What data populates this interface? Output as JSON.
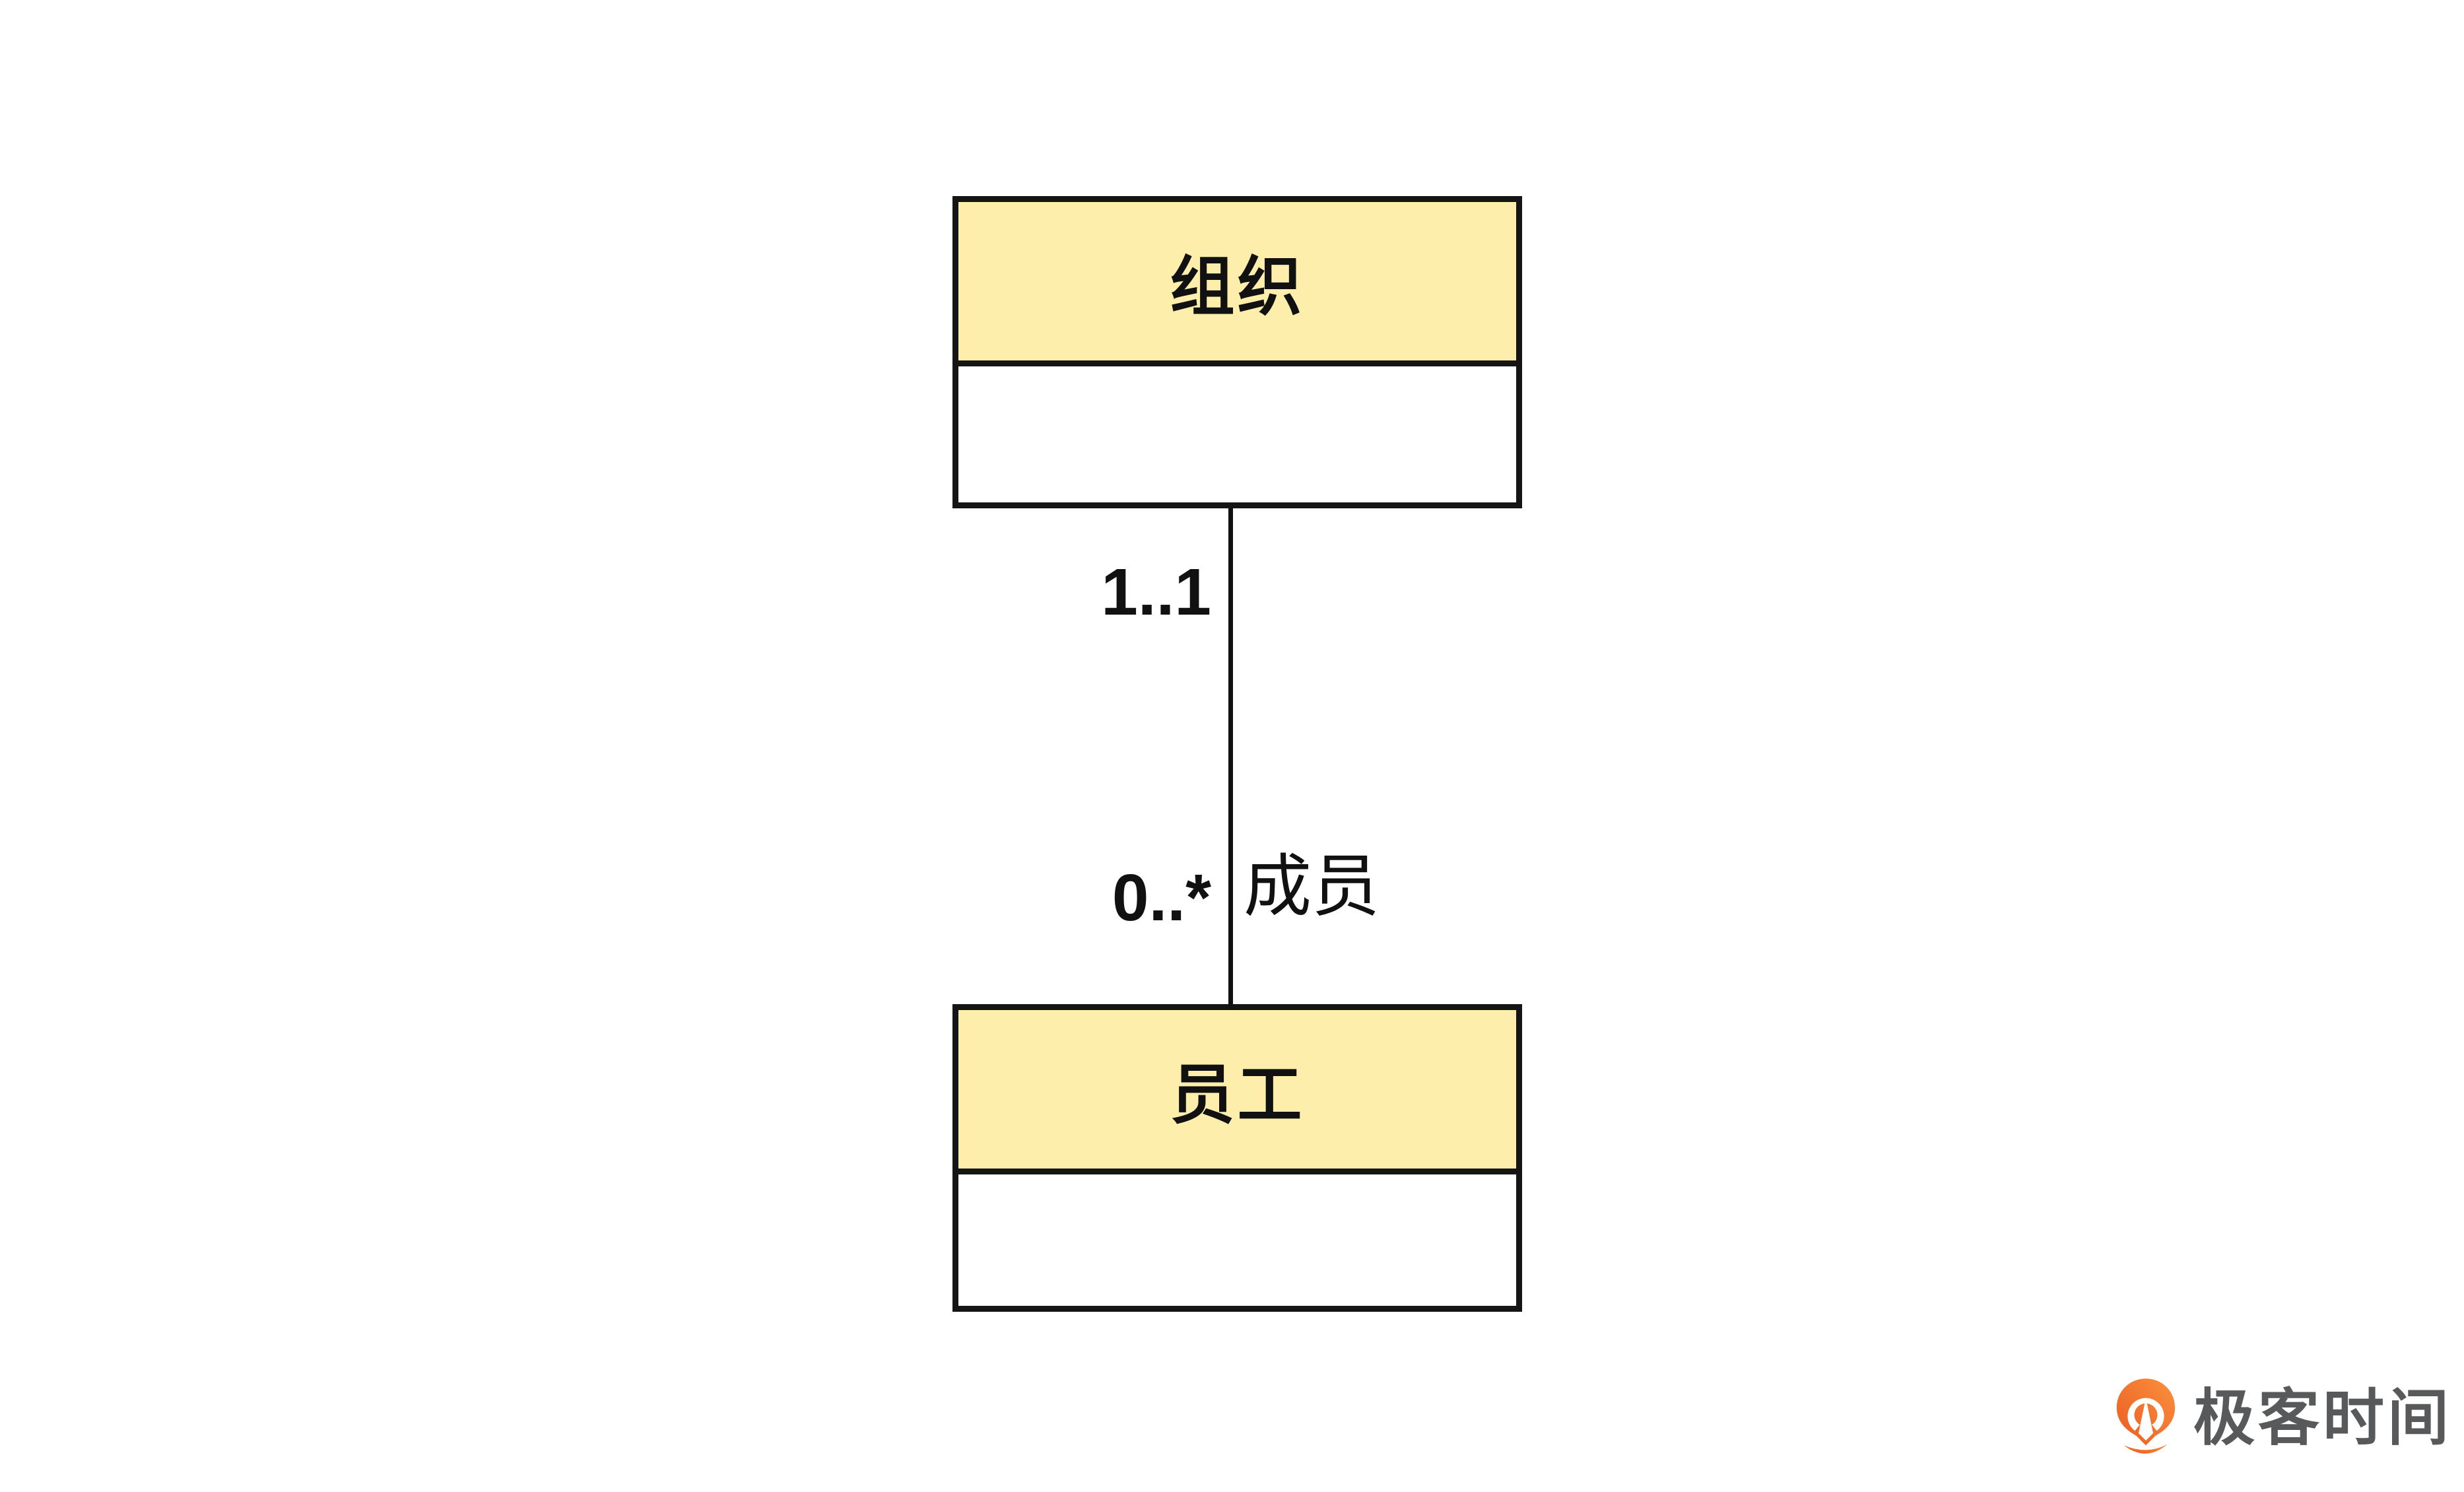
{
  "diagram": {
    "type": "uml-class-diagram",
    "classes": [
      {
        "id": "organization",
        "title": "组织",
        "attributes": []
      },
      {
        "id": "employee",
        "title": "员工",
        "attributes": []
      }
    ],
    "association": {
      "from": "organization",
      "to": "employee",
      "source_multiplicity": "1..1",
      "target_multiplicity": "0..*",
      "role_label": "成员"
    },
    "colors": {
      "class_header_fill": "#FDEEAC",
      "class_body_fill": "#FFFFFF",
      "border": "#151515",
      "text": "#111111",
      "background": "#FFFFFF"
    }
  },
  "branding": {
    "logo_icon": "geektime-pin-icon",
    "logo_text": "极客时间",
    "logo_text_color": "#58595B",
    "logo_orange_dark": "#EB5B1F",
    "logo_orange_light": "#F9913F"
  }
}
